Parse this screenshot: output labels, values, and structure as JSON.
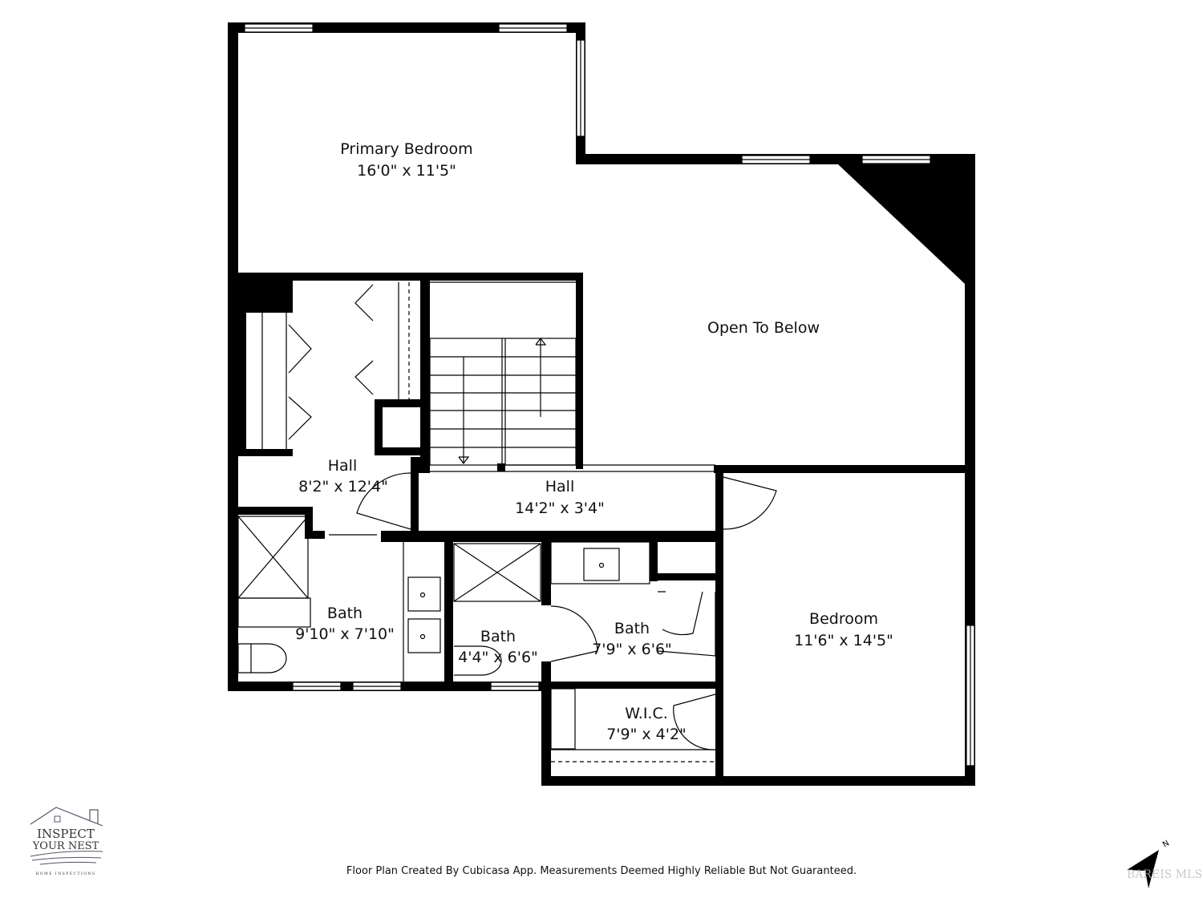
{
  "rooms": [
    {
      "name": "Primary Bedroom",
      "size": "16'0\" x 11'5\""
    },
    {
      "name": "Open To Below",
      "size": ""
    },
    {
      "name": "Hall",
      "size": "8'2\" x 12'4\""
    },
    {
      "name": "Hall",
      "size": "14'2\" x 3'4\""
    },
    {
      "name": "Bath",
      "size": "9'10\" x 7'10\""
    },
    {
      "name": "Bath",
      "size": "4'4\" x 6'6\""
    },
    {
      "name": "Bath",
      "size": "7'9\" x 6'6\""
    },
    {
      "name": "Bedroom",
      "size": "11'6\" x 14'5\""
    },
    {
      "name": "W.I.C.",
      "size": "7'9\" x 4'2\""
    }
  ],
  "footer": "Floor Plan Created By Cubicasa App. Measurements Deemed Highly Reliable But Not Guaranteed.",
  "logo": {
    "line1": "INSPECT",
    "line2": "YOUR NEST",
    "line3": "HOME INSPECTIONS"
  },
  "compass": {
    "label": "N",
    "watermark": "BAREIS MLS"
  },
  "colors": {
    "wall": "#000000",
    "background": "#ffffff"
  }
}
